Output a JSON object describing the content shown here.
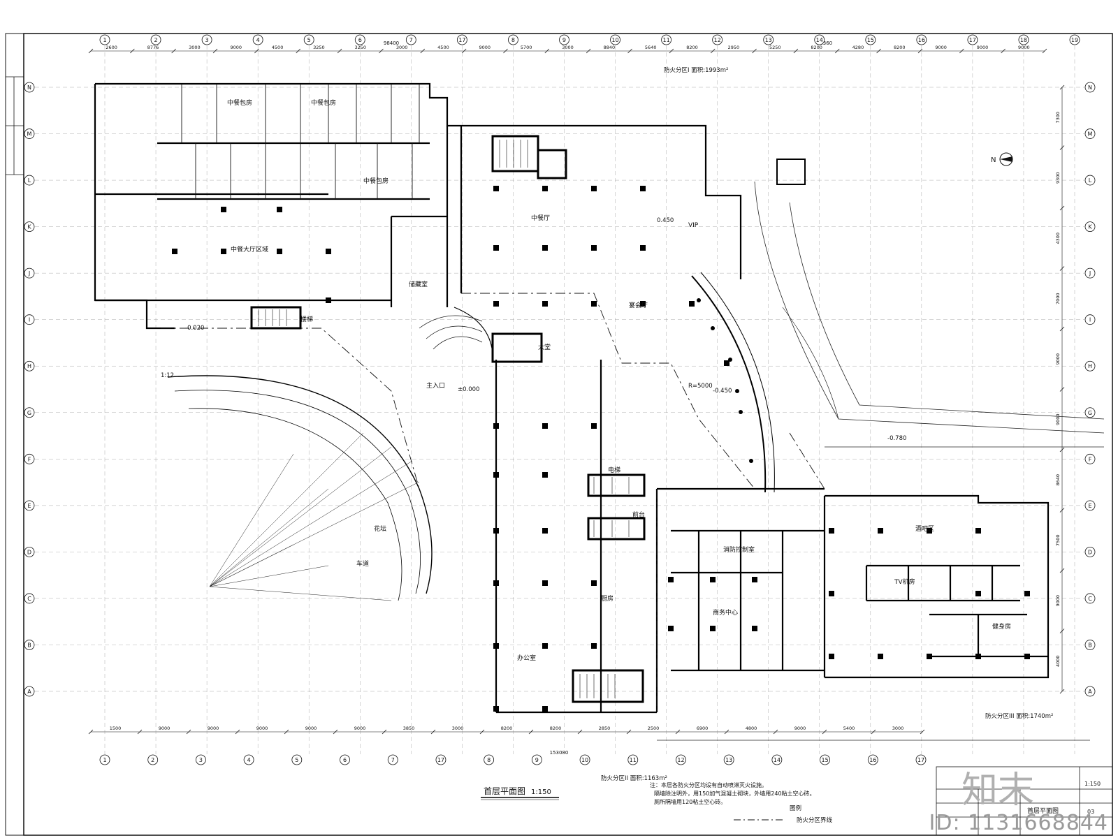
{
  "title": {
    "main": "首层平面图",
    "scale": "1:150"
  },
  "notes": [
    "注：本层各防火分区均设有自动喷淋灭火设施。",
    "隔墙除注明外，用150加气混凝土砌块，外墙用240粘土空心砖。",
    "厕所隔墙用120粘土空心砖。"
  ],
  "legend": {
    "heading": "图例",
    "item": "防火分区界线"
  },
  "title_block": {
    "drawing_name": "首层平面图",
    "scale": "1:150",
    "sheet": "03"
  },
  "axes_top": [
    "1",
    "2",
    "3",
    "4",
    "5",
    "6",
    "7",
    "17",
    "8",
    "9",
    "10",
    "11",
    "12",
    "13",
    "14",
    "15",
    "16",
    "17",
    "18",
    "19"
  ],
  "axes_bottom": [
    "1",
    "2",
    "3",
    "4",
    "5",
    "6",
    "7",
    "17",
    "8",
    "9",
    "10",
    "11",
    "12",
    "13",
    "14",
    "15",
    "16",
    "17"
  ],
  "axes_left": [
    "N",
    "M",
    "L",
    "K",
    "J",
    "I",
    "H",
    "G",
    "F",
    "E",
    "D",
    "C",
    "B",
    "A"
  ],
  "dims_top": [
    "2600",
    "8776",
    "3000",
    "9000",
    "4500",
    "3250",
    "3250",
    "3000",
    "4500",
    "9000",
    "5700",
    "3000",
    "8840",
    "5640",
    "8200",
    "2950",
    "5250",
    "8200",
    "4280",
    "8200",
    "9000",
    "9000",
    "9000"
  ],
  "dims_top_total": [
    "98400",
    "54360"
  ],
  "dims_bottom": [
    "1500",
    "9000",
    "9000",
    "9000",
    "9000",
    "9000",
    "3850",
    "3000",
    "8200",
    "8200",
    "2850",
    "2500",
    "6900",
    "4800",
    "9000",
    "5400",
    "3000"
  ],
  "dims_bottom_total": "153080",
  "dims_right": [
    "7300",
    "9300",
    "4300",
    "7000",
    "9000",
    "9000",
    "8640",
    "7500",
    "9000",
    "4000"
  ],
  "room_labels": {
    "r_dining": "中餐大厅区域",
    "r_lobby_hall": "中餐厅",
    "r_main_hall": "大堂",
    "r_banquet": "宴会厅",
    "r_bar": "酒吧区",
    "r_kitchen": "厨房",
    "r_tv_rooms": "TV机房",
    "r_business": "商务中心",
    "r_reception": "前台",
    "r_office": "办公室",
    "r_store": "储藏室",
    "r_fire": "消防控制室",
    "r_vip": "VIP",
    "r_garden": "花坛",
    "r_drive": "车道",
    "r_entrance": "主入口",
    "r_lift": "电梯",
    "r_stair": "楼梯",
    "r_private_1": "中餐包房",
    "r_private_2": "中餐包房",
    "r_private_3": "中餐包房",
    "r_gym": "健身房"
  },
  "annotations": {
    "area1": "防火分区I  面积:1993m²",
    "area2": "防火分区II  面积:1163m²",
    "area3": "防火分区III  面积:1740m²",
    "north": "N",
    "level_a": "±0.000",
    "level_b": "-0.450",
    "level_c": "-0.780",
    "level_d": "-0.020",
    "level_e": "0.450",
    "ramp": "1:12",
    "radius": "R=5000"
  },
  "watermark_id": "ID: 1131668844",
  "logo_text": "知末",
  "colors": {
    "line": "#111111",
    "thick": "#000000",
    "watermark": "#9a9a9a"
  }
}
